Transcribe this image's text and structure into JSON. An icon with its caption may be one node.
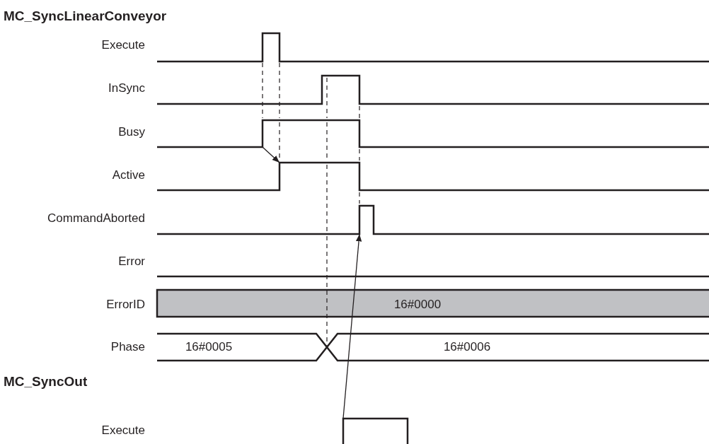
{
  "diagram": {
    "nodes": [
      {
        "text": [],
        "shape": "line"
      },
      {
        "text": [],
        "shape": "line"
      },
      {
        "text": [],
        "shape": "line"
      },
      {
        "text": [],
        "shape": "line"
      }
    ],
    "edges": [
      {
        "from": 0,
        "to": 1,
        "arrow": "to"
      },
      {
        "from": 3,
        "to": 2,
        "arrow": "to"
      }
    ],
    "labels": [
      "MC_SyncLinearConveyor",
      "Execute",
      "InSync",
      "Busy",
      "Active",
      "CommandAborted",
      "Error",
      "ErrorID",
      "16#0000",
      "Phase",
      "16#0005",
      "16#0006",
      "MC_SyncOut",
      "Execute"
    ]
  }
}
